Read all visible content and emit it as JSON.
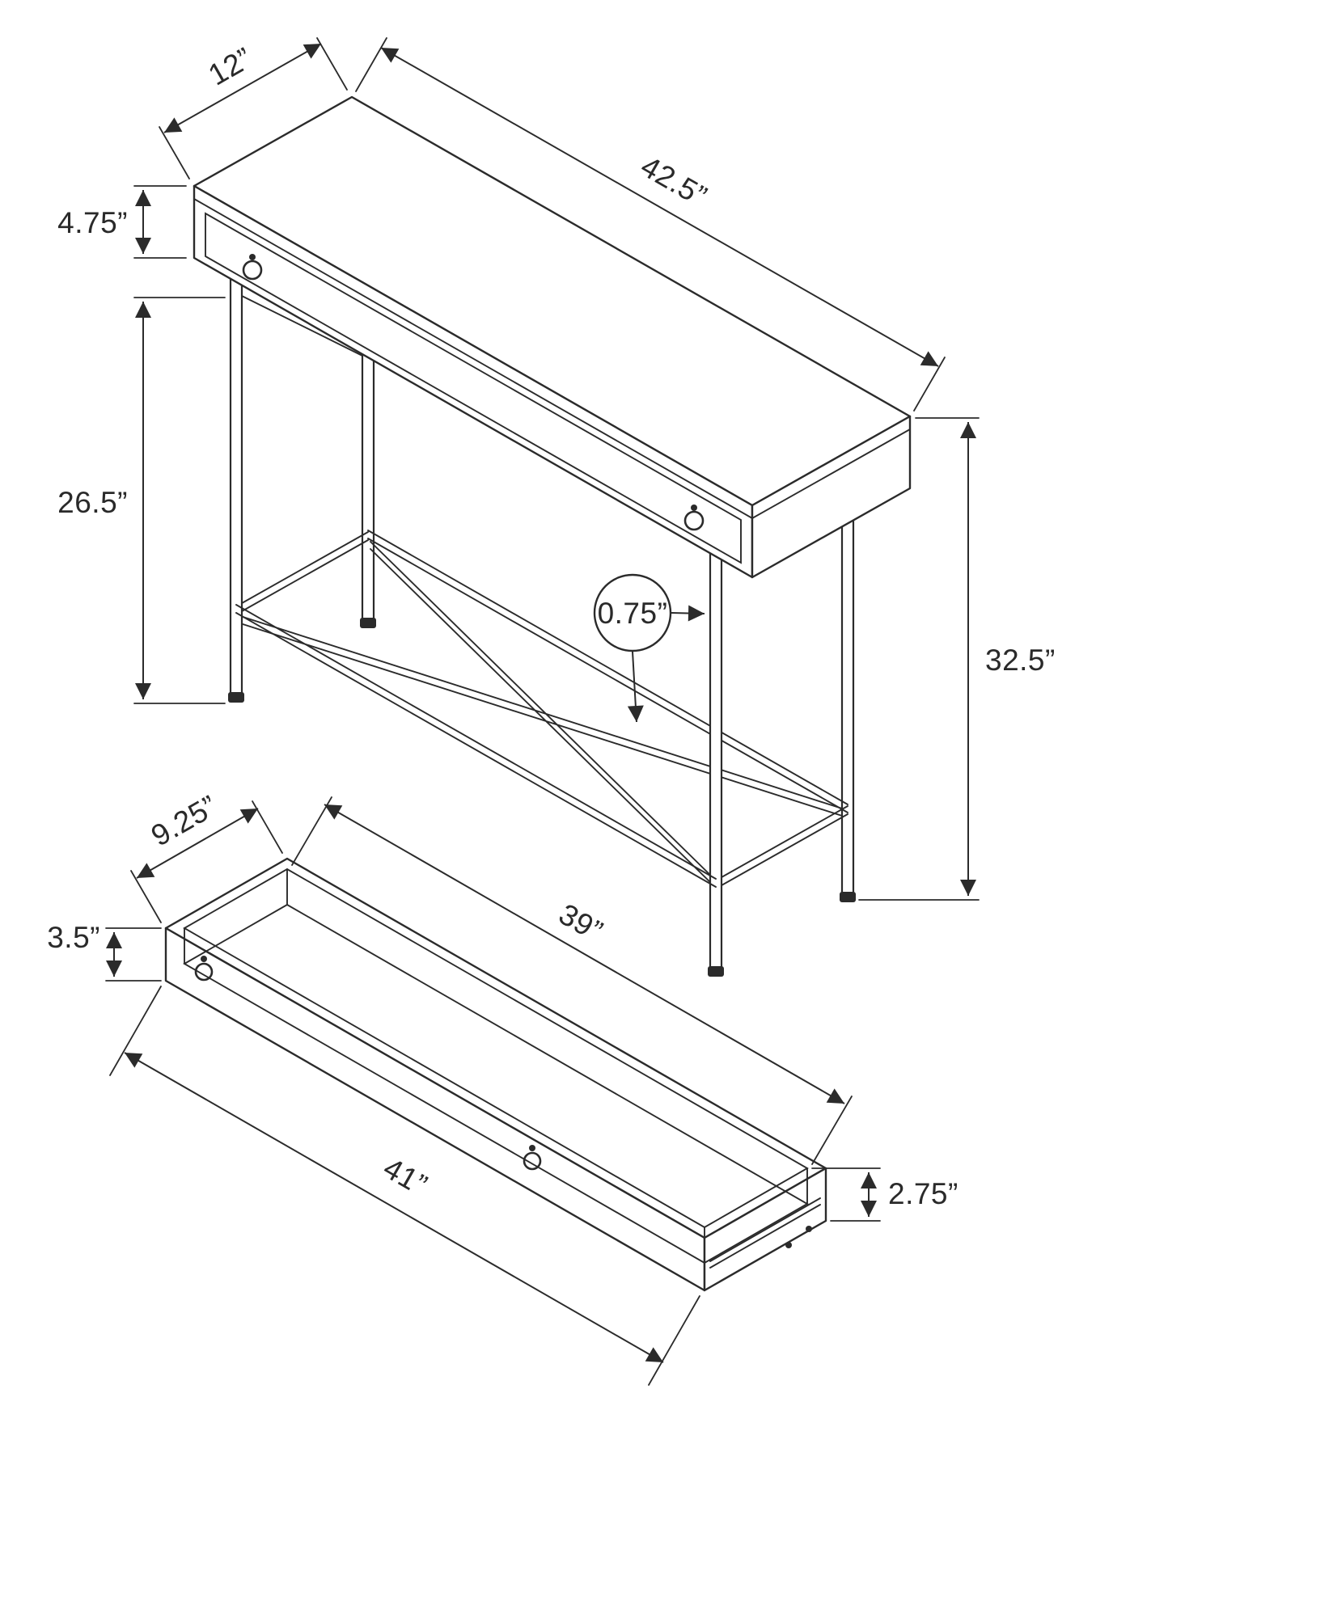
{
  "diagram": {
    "background": "#ffffff",
    "line_color": "#2b2b2b",
    "table": {
      "depth": "12”",
      "length": "42.5”",
      "apron_height": "4.75”",
      "leg_height": "26.5”",
      "total_height": "32.5”",
      "tube_size": "0.75”"
    },
    "drawer": {
      "depth": "9.25”",
      "front_height": "3.5”",
      "inner_length": "39”",
      "outer_length": "41”",
      "inner_height": "2.75”"
    }
  }
}
